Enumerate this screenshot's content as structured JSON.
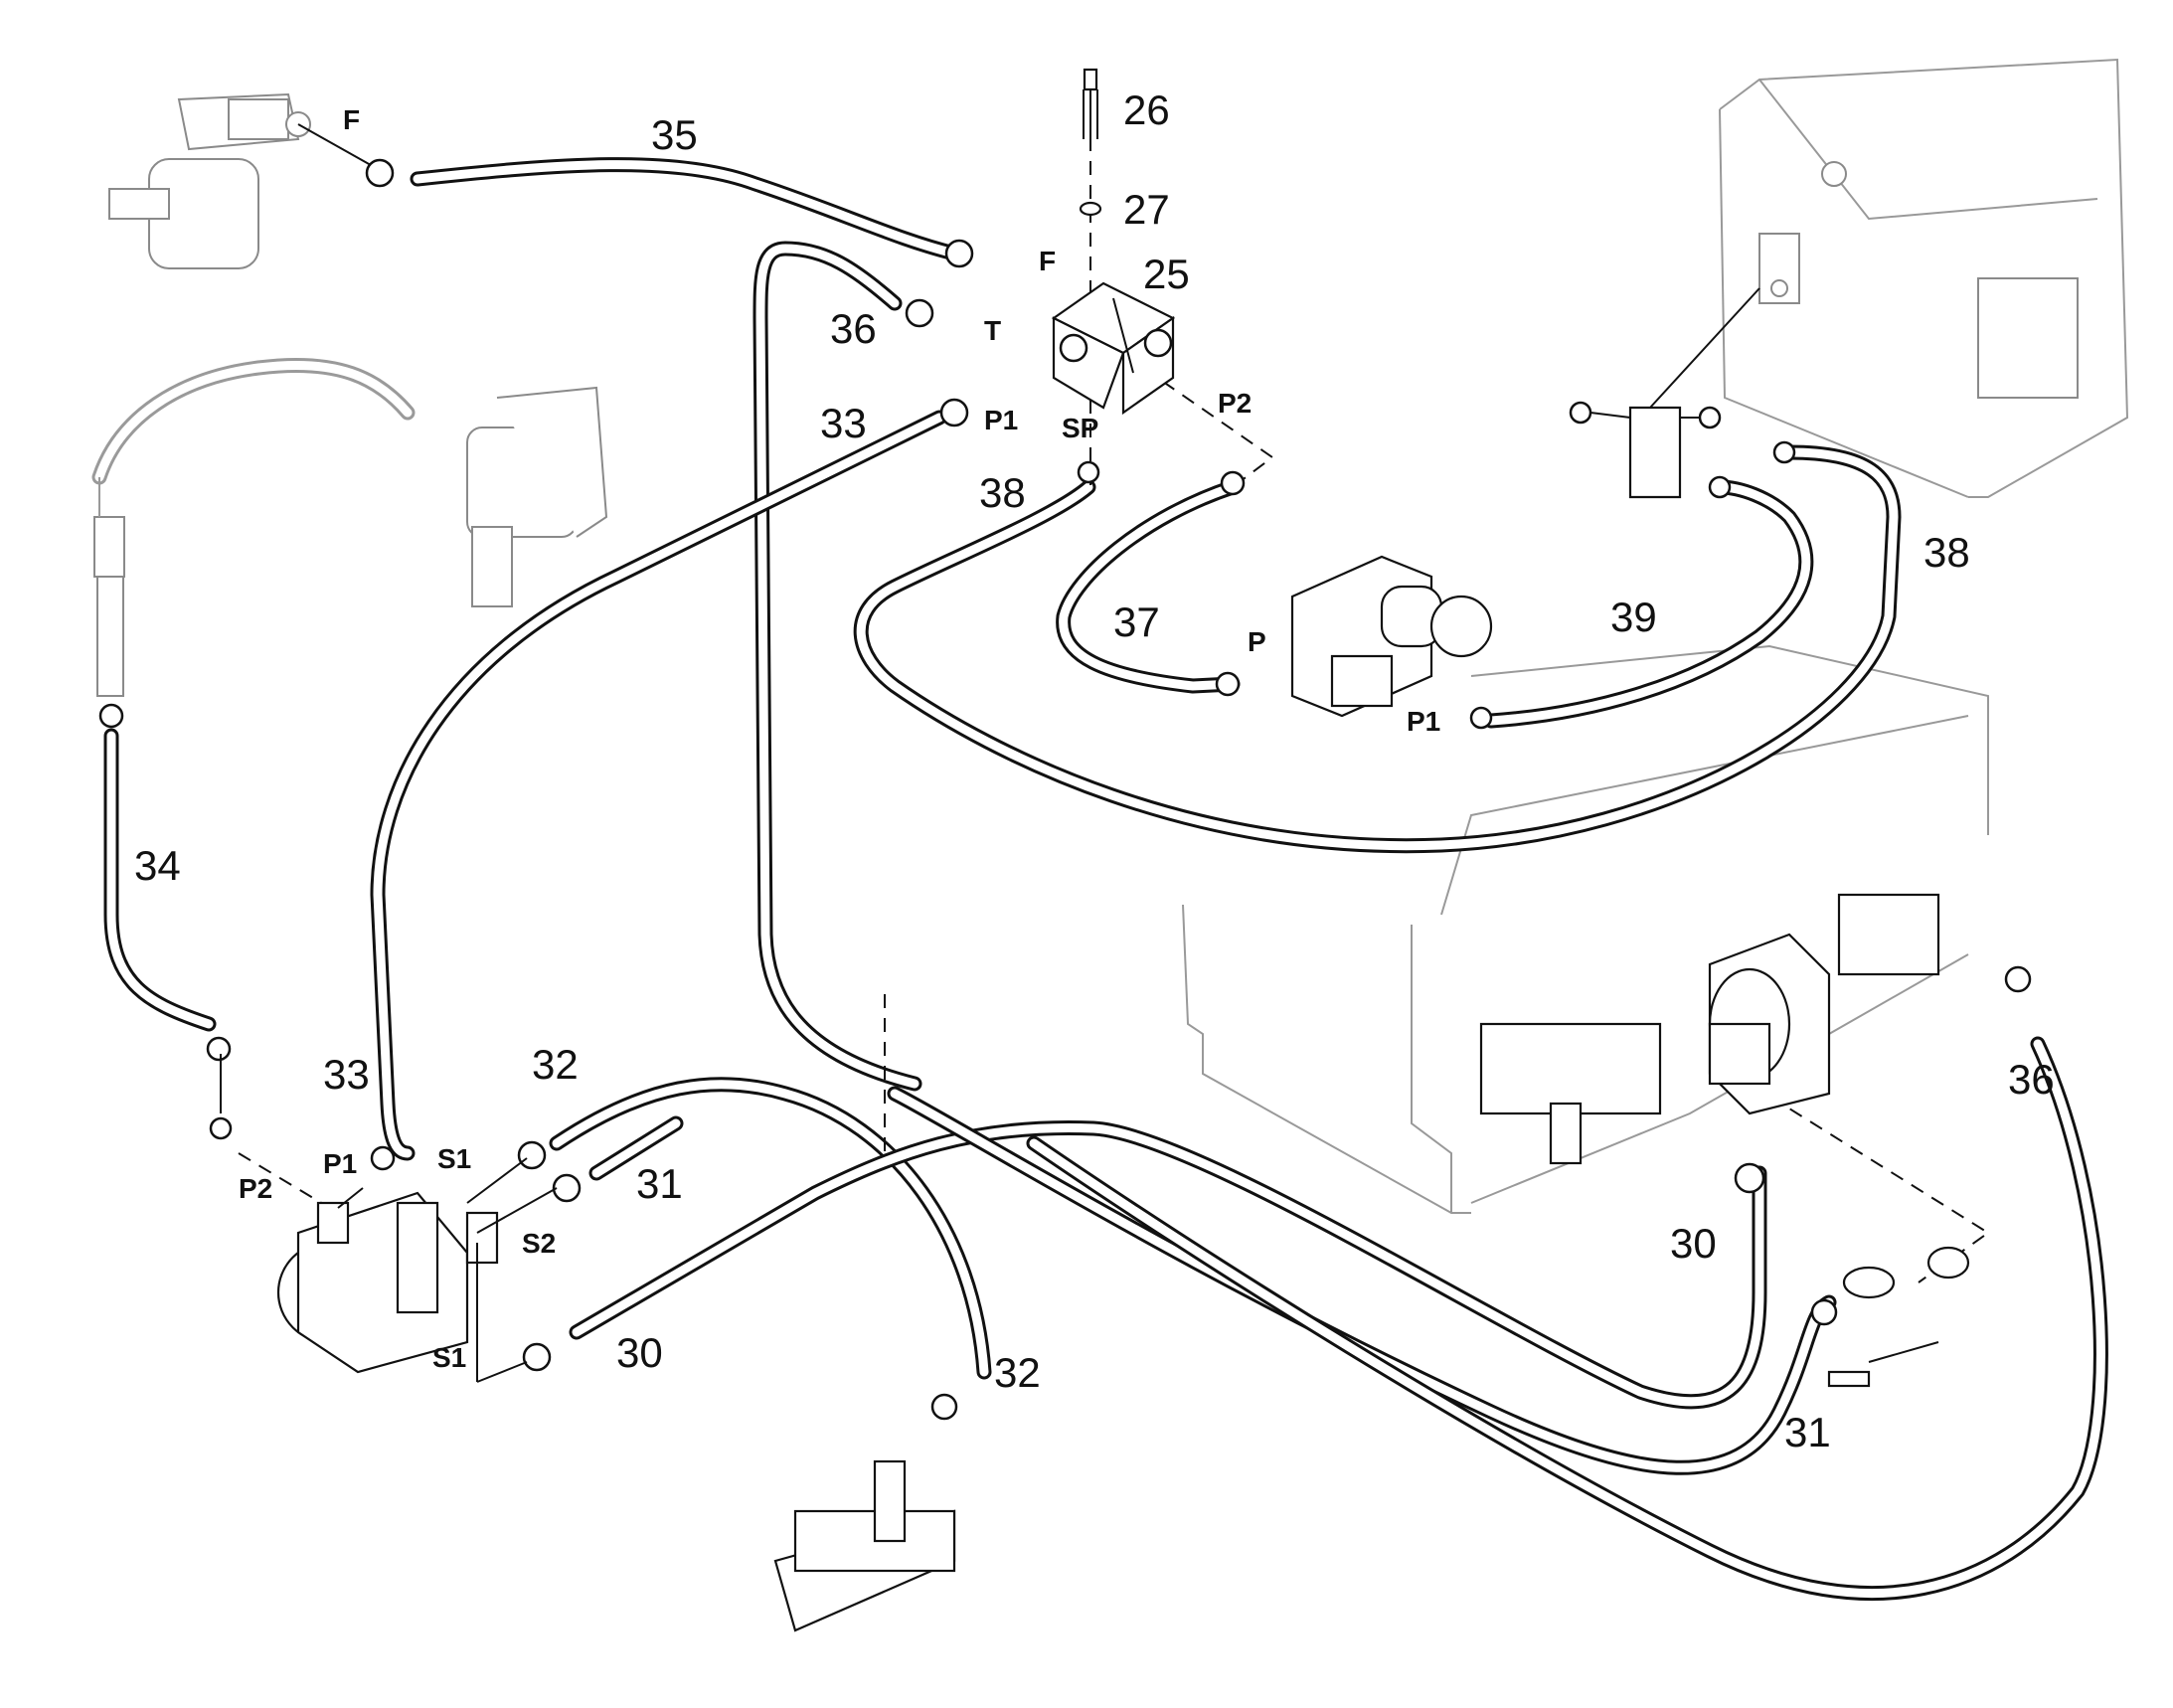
{
  "callouts": {
    "c25": "25",
    "c26": "26",
    "c27": "27",
    "c30a": "30",
    "c30b": "30",
    "c31a": "31",
    "c31b": "31",
    "c32a": "32",
    "c32b": "32",
    "c33a": "33",
    "c33b": "33",
    "c34": "34",
    "c35": "35",
    "c36a": "36",
    "c36b": "36",
    "c37": "37",
    "c38a": "38",
    "c38b": "38",
    "c39": "39"
  },
  "ports": {
    "f_filter": "F",
    "f_block": "F",
    "t_block": "T",
    "p1_block": "P1",
    "sp_block": "SP",
    "p2_block": "P2",
    "p_valve": "P",
    "p1_valve": "P1",
    "p1_pump": "P1",
    "s1_pump_top": "S1",
    "s2_pump": "S2",
    "s1_pump_bottom": "S1",
    "p2_pump": "P2"
  },
  "colors": {
    "line": "#111111",
    "ghost": "#9a9a9a",
    "background": "#ffffff"
  }
}
